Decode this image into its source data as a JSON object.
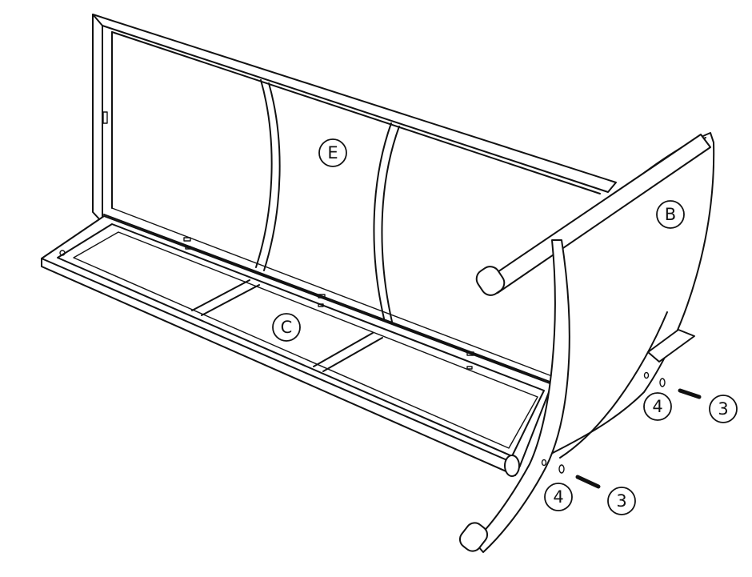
{
  "labels": {
    "seat_back": "E",
    "side_frame": "B",
    "seat": "C",
    "washer_upper": "4",
    "screw_upper": "3",
    "washer_lower": "4",
    "screw_lower": "3"
  }
}
